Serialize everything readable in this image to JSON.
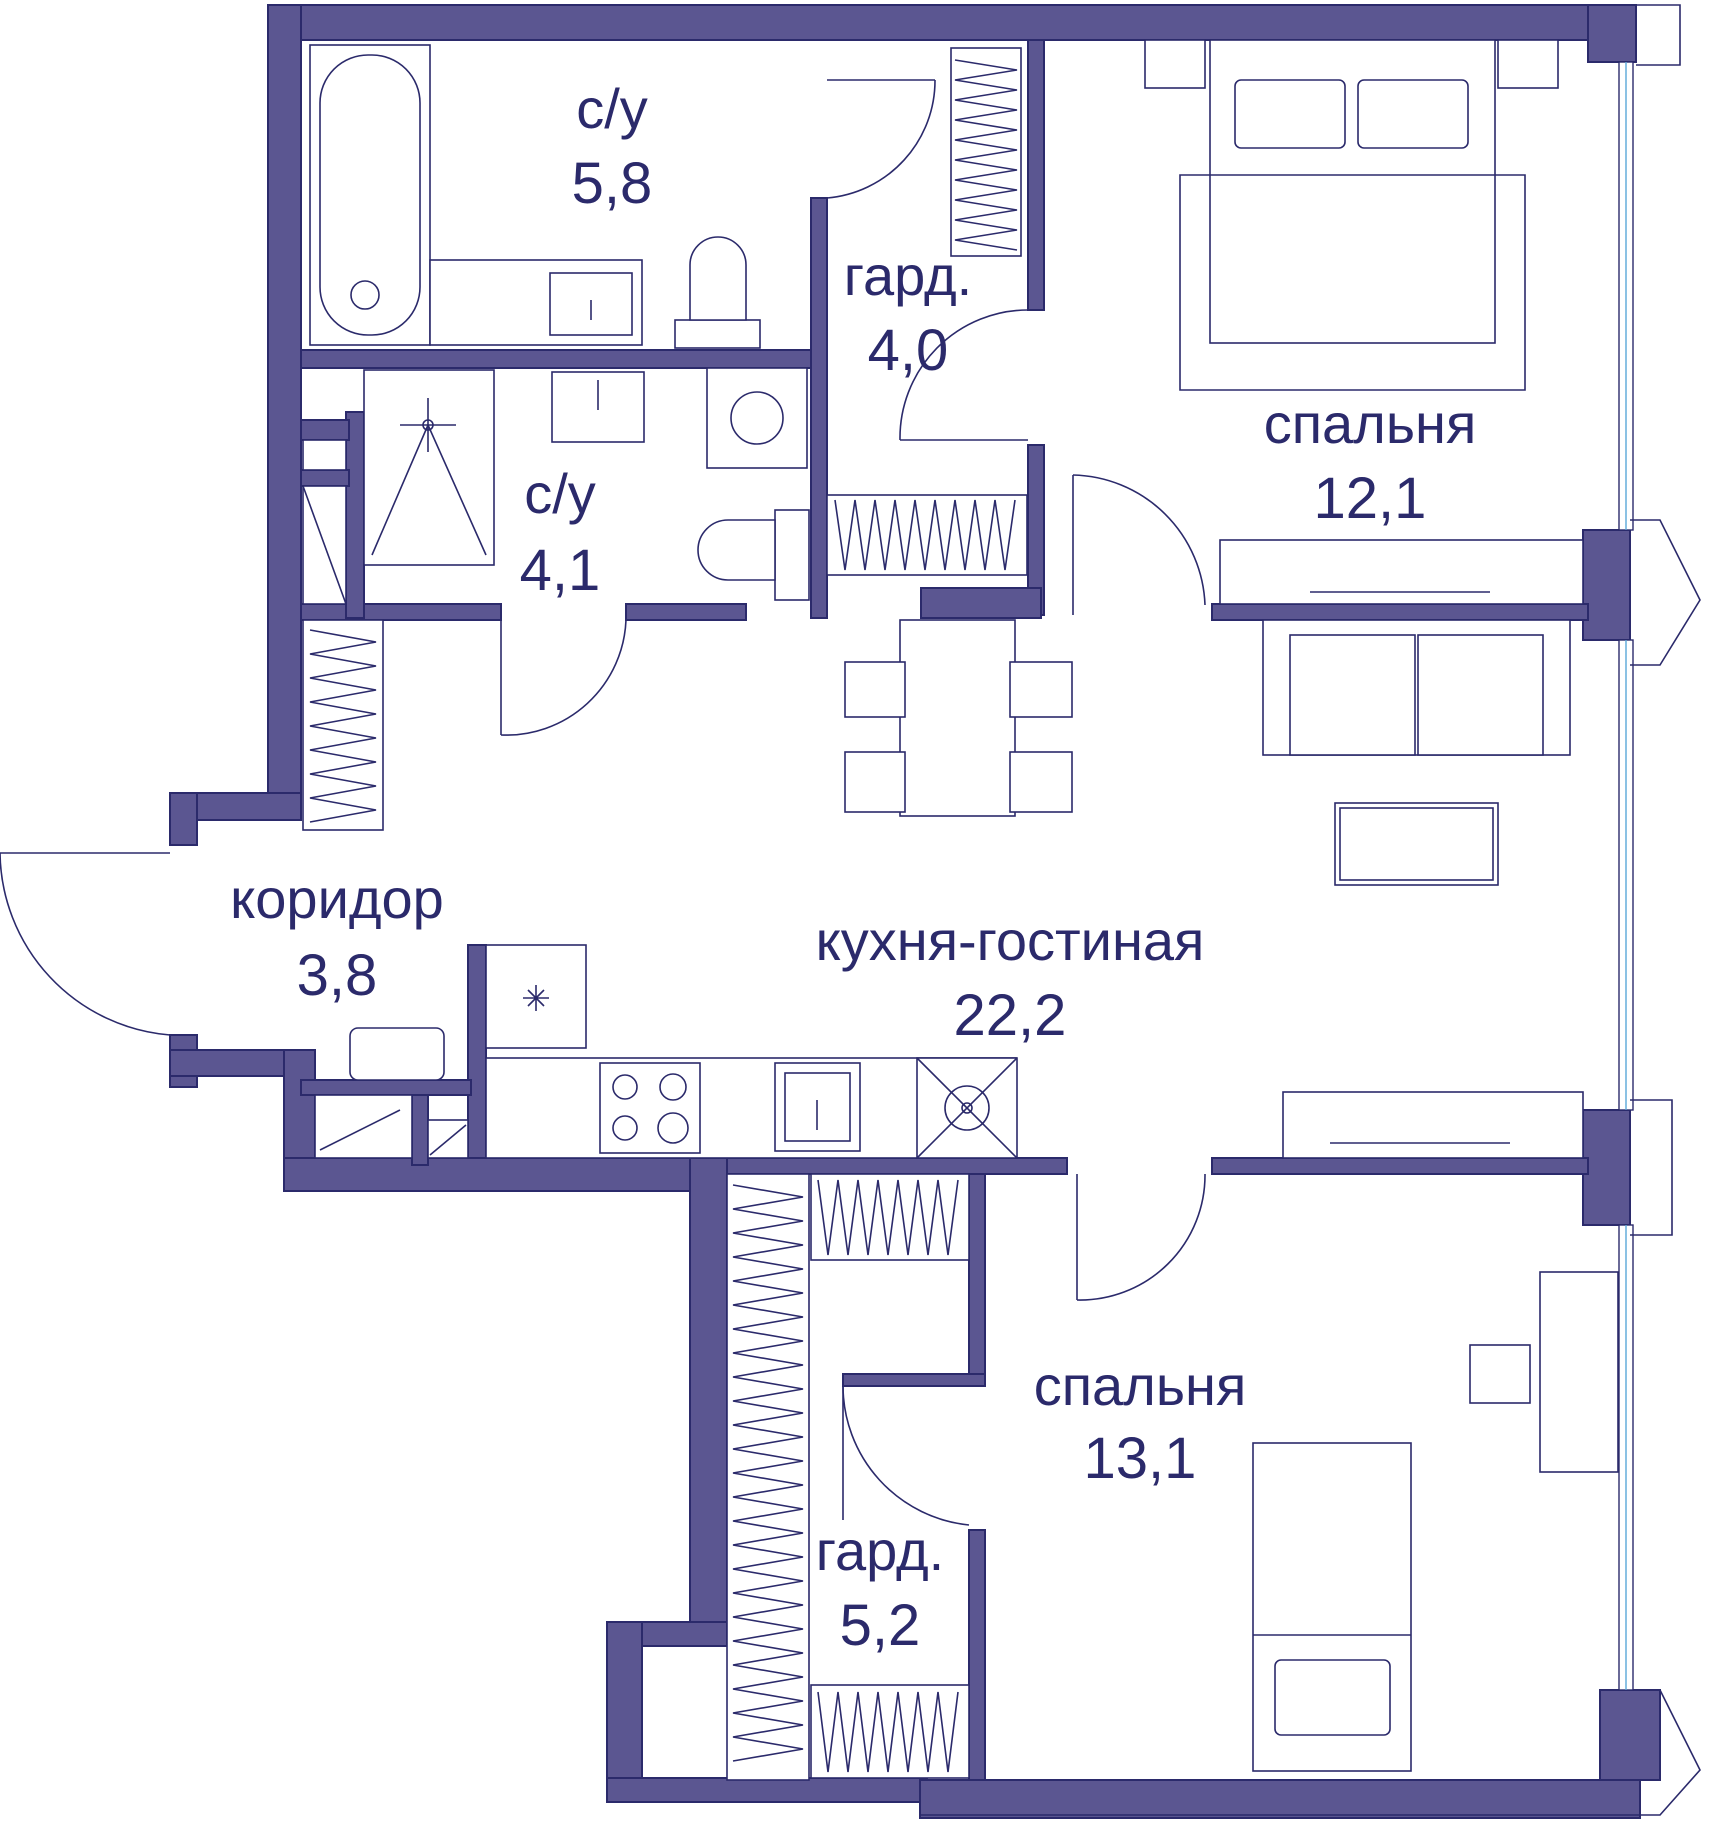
{
  "colors": {
    "wall": "#5b5691",
    "line": "#2b2a6b",
    "text": "#2b2a6b",
    "glass": "#5aa8d8",
    "background": "#ffffff"
  },
  "rooms": {
    "bathroom_top": {
      "name": "с/у",
      "area": "5,8"
    },
    "bathroom_small": {
      "name": "с/у",
      "area": "4,1"
    },
    "wardrobe_top": {
      "name": "гард.",
      "area": "4,0"
    },
    "bedroom_top": {
      "name": "спальня",
      "area": "12,1"
    },
    "corridor": {
      "name": "коридор",
      "area": "3,8"
    },
    "kitchen_living": {
      "name": "кухня-гостиная",
      "area": "22,2"
    },
    "bedroom_bottom": {
      "name": "спальня",
      "area": "13,1"
    },
    "wardrobe_bottom": {
      "name": "гард.",
      "area": "5,2"
    }
  },
  "icons": {
    "bathtub": "bathtub-icon",
    "toilet": "toilet-icon",
    "sink": "sink-icon",
    "shower": "shower-icon",
    "washer": "washing-machine-icon",
    "bed": "bed-icon",
    "sofa": "sofa-icon",
    "table": "dining-table-icon",
    "stove": "cooktop-icon",
    "fridge": "fridge-icon"
  }
}
